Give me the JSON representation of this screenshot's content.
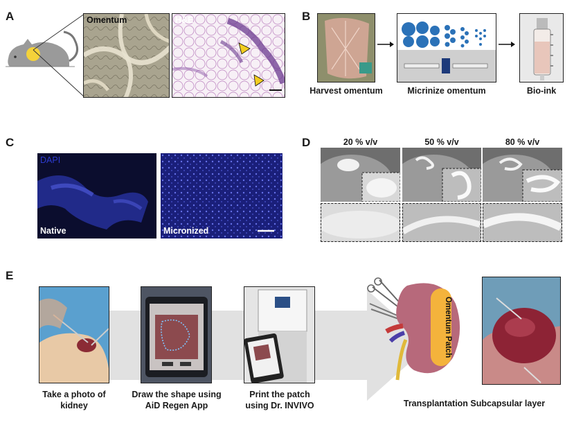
{
  "panels": {
    "a": {
      "letter": "A",
      "left_label": "Omentum",
      "right_label": "H&E"
    },
    "b": {
      "letter": "B",
      "steps": [
        "Harvest omentum",
        "Micrinize omentum",
        "Bio-ink"
      ]
    },
    "c": {
      "letter": "C",
      "stain_label": "DAPI",
      "left_label": "Native",
      "right_label": "Micronized"
    },
    "d": {
      "letter": "D",
      "concentrations": [
        "20 % v/v",
        "50 % v/v",
        "80 % v/v"
      ]
    },
    "e": {
      "letter": "E",
      "step1_line1": "Take a photo of",
      "step1_line2": "kidney",
      "step2_line1": "Draw the shape using",
      "step2_line2": "AiD Regen App",
      "step3_line1": "Print the patch",
      "step3_line2": "using Dr. INVIVO",
      "patch_label": "Omentum Patch",
      "final_caption": "Transplantation Subcapsular layer"
    }
  },
  "colors": {
    "arrowhead": "#f2cd1f",
    "dapi_blue": "#2a34a8",
    "he_pink": "#d9a7d8",
    "kidney": "#b7697b",
    "patch": "#f4b33c"
  }
}
